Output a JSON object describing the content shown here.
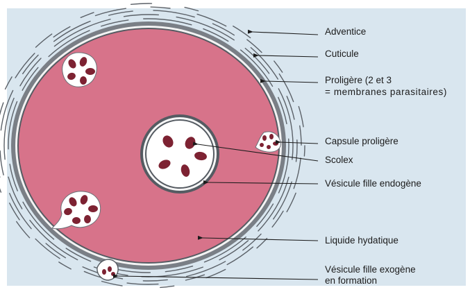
{
  "labels": {
    "adventice": "Adventice",
    "cuticule": "Cuticule",
    "proligere_line1": "Proligère (2 et 3",
    "proligere_line2": "= membranes parasitaires)",
    "capsule_proligere": "Capsule proligère",
    "scolex": "Scolex",
    "vesicule_endogene": "Vésicule fille endogène",
    "liquide_hydatique": "Liquide hydatique",
    "vesicule_exogene_line1": "Vésicule fille exogène",
    "vesicule_exogene_line2": "en formation"
  },
  "colors": {
    "background_frame": "#d9e6ef",
    "liquid": "#d7738a",
    "membrane": "#7a7f86",
    "adventice_lines": "#5b6168",
    "scolex_fill": "#7d2232",
    "vesicle_fill": "#ffffff"
  }
}
